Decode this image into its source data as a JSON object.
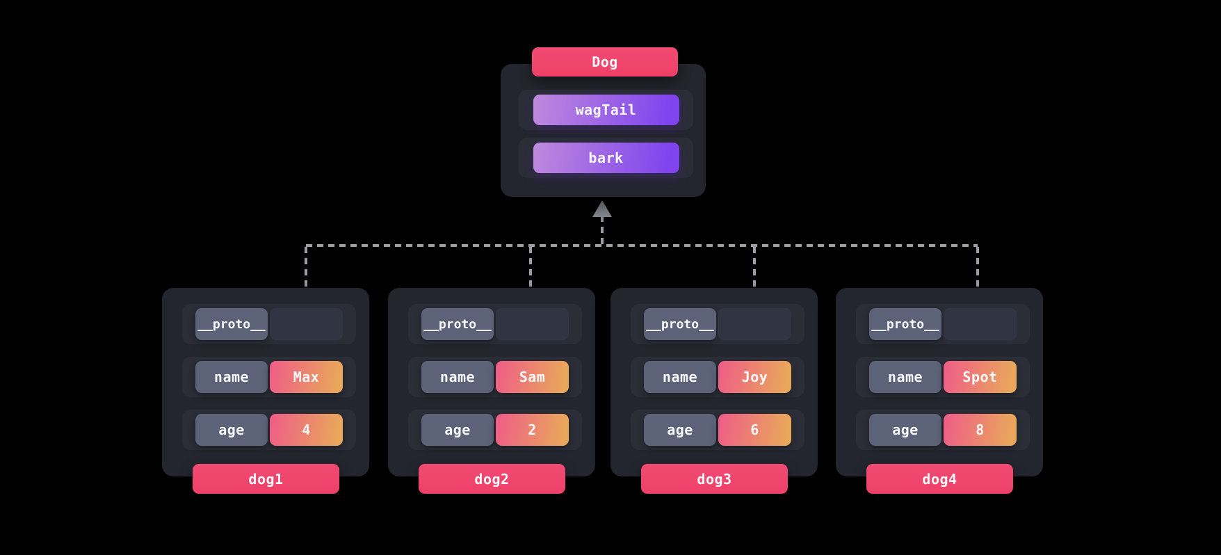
{
  "diagram": {
    "title_chip": "Dog",
    "methods": [
      "wagTail",
      "bark"
    ],
    "instances": [
      {
        "title": "dog1",
        "rows": [
          {
            "key": "__proto__",
            "value": ""
          },
          {
            "key": "name",
            "value": "Max"
          },
          {
            "key": "age",
            "value": "4"
          }
        ]
      },
      {
        "title": "dog2",
        "rows": [
          {
            "key": "__proto__",
            "value": ""
          },
          {
            "key": "name",
            "value": "Sam"
          },
          {
            "key": "age",
            "value": "2"
          }
        ]
      },
      {
        "title": "dog3",
        "rows": [
          {
            "key": "__proto__",
            "value": ""
          },
          {
            "key": "name",
            "value": "Joy"
          },
          {
            "key": "age",
            "value": "6"
          }
        ]
      },
      {
        "title": "dog4",
        "rows": [
          {
            "key": "__proto__",
            "value": ""
          },
          {
            "key": "name",
            "value": "Spot"
          },
          {
            "key": "age",
            "value": "8"
          }
        ]
      }
    ],
    "colors": {
      "background": "#000000",
      "card": "#24262f",
      "row_panel": "#2b2d37",
      "key_chip": "#5c6277",
      "empty_value_chip": "#313443",
      "accent_pink": "#ee4067",
      "method_gradient_start": "#bf8add",
      "method_gradient_end": "#7f44ee",
      "value_gradient_start": "#ef5c88",
      "value_gradient_end": "#e9a75b",
      "connector_gray": "#9ba0a7"
    }
  }
}
